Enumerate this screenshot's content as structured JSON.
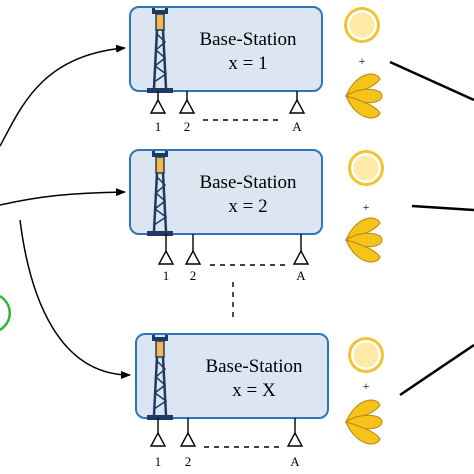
{
  "stations": [
    {
      "title": "Base-Station",
      "index_label": "x = 1",
      "antenna_labels": [
        "1",
        "2",
        "A"
      ]
    },
    {
      "title": "Base-Station",
      "index_label": "x = 2",
      "antenna_labels": [
        "1",
        "2",
        "A"
      ]
    },
    {
      "title": "Base-Station",
      "index_label": "x = X",
      "antenna_labels": [
        "1",
        "2",
        "A"
      ]
    }
  ],
  "plus_symbol": "+",
  "colors": {
    "box_fill": "#dce6f2",
    "box_stroke": "#2e75b6",
    "tower": "#1f3864",
    "tower_light": "#f4b942",
    "sun_fill": "#ffe9a6",
    "sun_ring": "#d4a017",
    "beam_fill": "#f7c21a",
    "beam_stroke": "#b8860b",
    "green": "#2eb82e"
  }
}
